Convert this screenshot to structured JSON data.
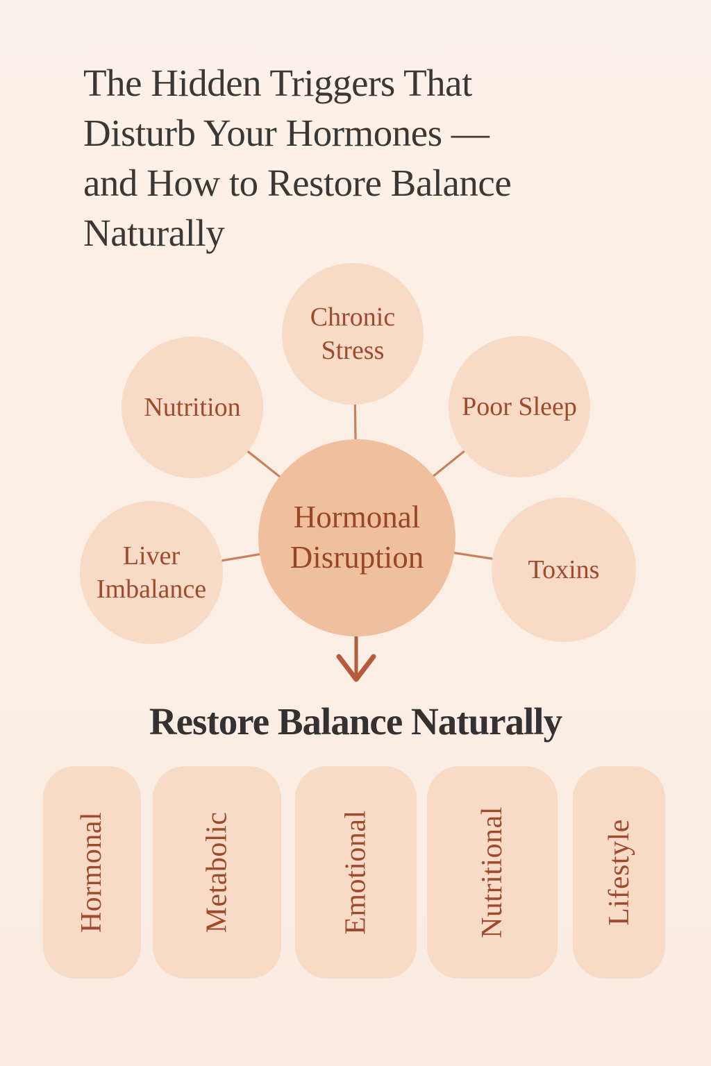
{
  "header": {
    "title_lines": [
      "The Hidden Triggers That",
      "Disturb Your Hormones —",
      "and How to Restore Balance",
      "Naturally"
    ]
  },
  "diagram": {
    "center": {
      "label": "Hormonal Disruption"
    },
    "satellites": [
      {
        "label": "Chronic Stress"
      },
      {
        "label": "Nutrition"
      },
      {
        "label": "Poor Sleep"
      },
      {
        "label": "Liver Imbalance"
      },
      {
        "label": "Toxins"
      }
    ],
    "arrow_icon": "down-arrow"
  },
  "restore": {
    "heading": "Restore Balance Naturally",
    "pills": [
      {
        "label": "Hormonal"
      },
      {
        "label": "Metabolic"
      },
      {
        "label": "Emotional"
      },
      {
        "label": "Nutritional"
      },
      {
        "label": "Lifestyle"
      }
    ]
  },
  "colors": {
    "background": "#FBEFE6",
    "bubble_fill": "#F8DBC6",
    "center_bubble_fill": "#F0C09E",
    "bubble_text": "#9E4A2C",
    "title_text": "#3A3734",
    "heading_text": "#343130",
    "connector_line": "#C9805C",
    "arrow": "#B45C3B"
  }
}
